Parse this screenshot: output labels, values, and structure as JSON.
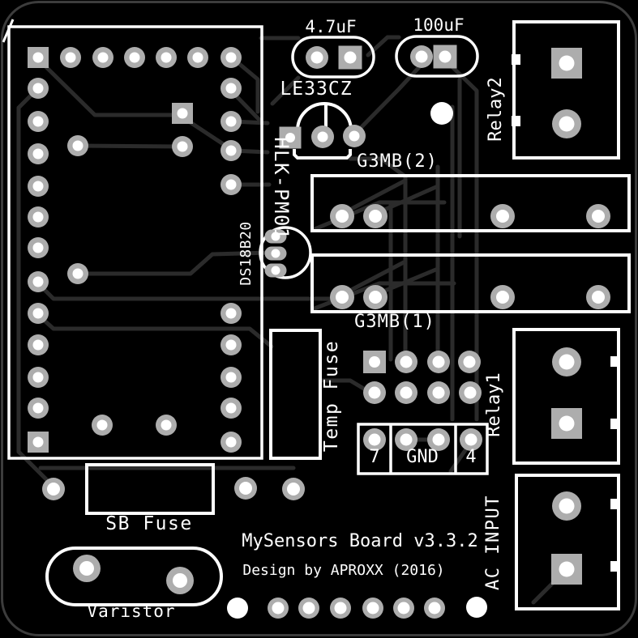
{
  "board": {
    "title": "MySensors Board v3.3.2",
    "credit": "Design by APROXX (2016)"
  },
  "labels": {
    "cap_4u7": "4.7uF",
    "cap_100u": "100uF",
    "regulator": "LE33CZ",
    "power_module": "HLK-PM01",
    "relay_module_2": "G3MB(2)",
    "relay_module_1": "G3MB(1)",
    "temp_sensor": "DS18B20",
    "temp_fuse": "Temp Fuse",
    "relay2": "Relay2",
    "relay1": "Relay1",
    "ac_input": "AC INPUT",
    "header_pin7": "7",
    "header_gnd": "GND",
    "header_pin4": "4",
    "sb_fuse": "SB Fuse",
    "varistor": "Varistor"
  },
  "colors": {
    "background": "#000000",
    "silkscreen": "#ffffff",
    "pad": "#adadad",
    "hole": "#ffffff",
    "trace": "#2b2b2b",
    "board_edge": "#3c3c3c"
  },
  "pcb": {
    "pads": {
      "circle": [
        [
          87,
          71,
          13,
          6.5
        ],
        [
          127,
          71,
          13,
          6.5
        ],
        [
          166,
          71,
          13,
          6.5
        ],
        [
          205,
          71,
          13,
          6.5
        ],
        [
          244,
          71,
          13,
          6.5
        ],
        [
          285,
          71,
          13,
          6.5
        ],
        [
          47,
          109,
          13,
          6.5
        ],
        [
          47,
          150,
          13,
          6.5
        ],
        [
          47,
          190,
          13,
          6.5
        ],
        [
          47,
          230,
          13,
          6.5
        ],
        [
          47,
          268,
          13,
          6.5
        ],
        [
          47,
          306,
          13,
          6.5
        ],
        [
          47,
          348,
          13,
          6.5
        ],
        [
          47,
          387,
          13,
          6.5
        ],
        [
          47,
          426,
          13,
          6.5
        ],
        [
          47,
          466,
          13,
          6.5
        ],
        [
          47,
          504,
          13,
          6.5
        ],
        [
          285,
          109,
          13,
          6.5
        ],
        [
          285,
          150,
          13,
          6.5
        ],
        [
          285,
          186,
          13,
          6.5
        ],
        [
          285,
          228,
          13,
          6.5
        ],
        [
          285,
          387,
          13,
          6.5
        ],
        [
          285,
          426,
          13,
          6.5
        ],
        [
          285,
          466,
          13,
          6.5
        ],
        [
          285,
          504,
          13,
          6.5
        ],
        [
          285,
          546,
          13,
          6.5
        ],
        [
          96,
          180,
          13,
          6.5
        ],
        [
          225,
          181,
          13,
          6.5
        ],
        [
          96,
          338,
          13,
          6.5
        ],
        [
          126,
          525,
          13,
          6.5
        ],
        [
          205,
          525,
          13,
          6.5
        ],
        [
          391,
          71,
          14,
          7.5
        ],
        [
          520,
          70,
          14,
          7.5
        ],
        [
          398,
          169,
          14,
          6.5
        ],
        [
          437,
          168,
          14,
          6.5
        ],
        [
          422,
          267,
          15,
          8
        ],
        [
          463,
          267,
          15,
          8
        ],
        [
          620,
          267,
          15,
          8
        ],
        [
          738,
          267,
          15,
          8
        ],
        [
          422,
          367,
          15,
          8
        ],
        [
          463,
          367,
          15,
          8
        ],
        [
          620,
          367,
          15,
          8
        ],
        [
          738,
          367,
          15,
          8
        ],
        [
          501,
          447,
          14,
          7.5
        ],
        [
          541,
          447,
          14,
          7.5
        ],
        [
          579,
          447,
          14,
          7.5
        ],
        [
          462,
          485,
          14,
          7.5
        ],
        [
          501,
          485,
          14,
          7.5
        ],
        [
          541,
          485,
          14,
          7.5
        ],
        [
          580,
          485,
          14,
          7.5
        ],
        [
          462,
          543,
          14,
          7.5
        ],
        [
          501,
          543,
          14,
          7.5
        ],
        [
          541,
          543,
          14,
          7.5
        ],
        [
          581,
          543,
          14,
          7.5
        ],
        [
          699,
          153,
          18,
          9.5
        ],
        [
          699,
          447,
          18,
          9.5
        ],
        [
          699,
          625,
          18,
          9.5
        ],
        [
          66,
          604,
          14,
          8
        ],
        [
          303,
          603,
          14,
          8
        ],
        [
          362,
          604,
          14,
          8
        ],
        [
          107,
          702,
          17,
          9
        ],
        [
          222,
          717,
          17,
          9
        ],
        [
          343,
          751,
          13,
          7.5
        ],
        [
          381,
          751,
          13,
          7.5
        ],
        [
          420,
          751,
          13,
          7.5
        ],
        [
          460,
          751,
          13,
          7.5
        ],
        [
          498,
          751,
          13,
          7.5
        ],
        [
          536,
          751,
          13,
          7.5
        ]
      ],
      "square": [
        [
          47,
          71,
          26,
          6.5
        ],
        [
          47,
          546,
          26,
          6.5
        ],
        [
          225,
          140,
          26,
          6.5
        ],
        [
          432,
          71,
          29,
          7.5
        ],
        [
          549,
          70,
          29,
          7.5
        ],
        [
          358,
          170,
          27,
          6
        ],
        [
          462,
          447,
          28,
          7
        ],
        [
          699,
          78,
          38,
          9.5
        ],
        [
          699,
          523,
          38,
          9.5
        ],
        [
          699,
          703,
          38,
          9.5
        ]
      ],
      "oval": [
        [
          340,
          292,
          27,
          17,
          5.5
        ],
        [
          340,
          313,
          27,
          17,
          5.5
        ],
        [
          340,
          334,
          27,
          17,
          5.5
        ]
      ]
    },
    "holes": [
      [
        545,
        140,
        14
      ],
      [
        293,
        751,
        13
      ],
      [
        588,
        750,
        13
      ]
    ]
  }
}
